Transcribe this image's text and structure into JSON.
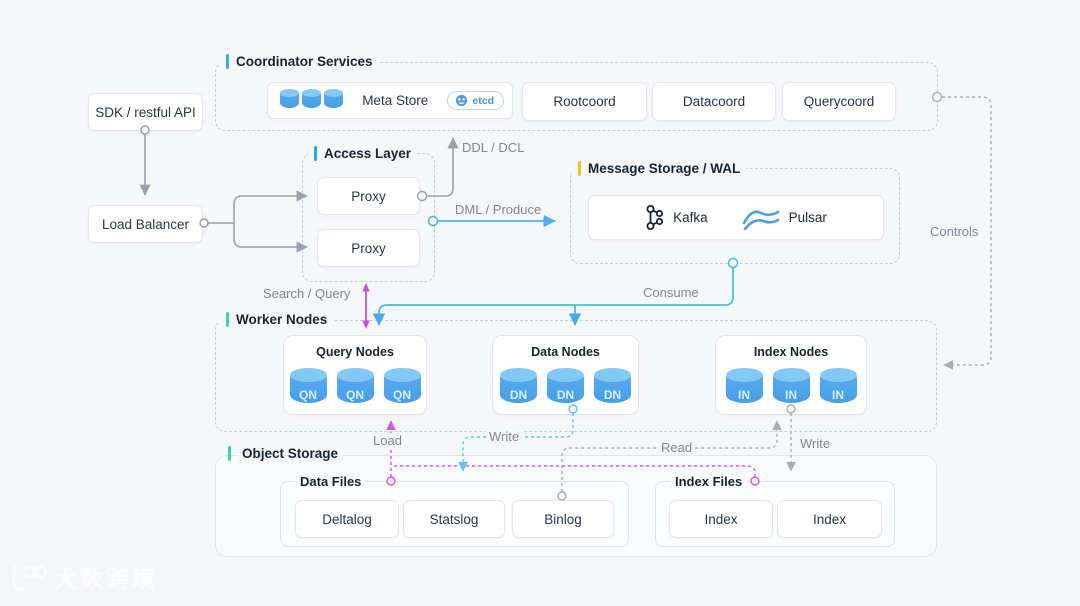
{
  "colors": {
    "background": "#f6f7f9",
    "accent_blue": "#2cb0e8",
    "accent_yellow": "#f2c51d",
    "accent_teal": "#36d6ae",
    "line_gray": "#9aa1aa",
    "line_blue": "#4fb0ee",
    "line_teal": "#3fc4d7",
    "line_purple": "#c44fe3",
    "line_magenta": "#d158e8",
    "node_blue": "#4ba4e8"
  },
  "left_flow": {
    "sdk": "SDK / restful API",
    "load_balancer": "Load Balancer"
  },
  "coordinator": {
    "title": "Coordinator Services",
    "meta_store": {
      "label": "Meta Store",
      "badge": "etcd"
    },
    "services": [
      "Rootcoord",
      "Datacoord",
      "Querycoord"
    ]
  },
  "access_layer": {
    "title": "Access Layer",
    "proxies": [
      "Proxy",
      "Proxy"
    ]
  },
  "message_storage": {
    "title": "Message Storage / WAL",
    "engines": [
      "Kafka",
      "Pulsar"
    ]
  },
  "worker_nodes": {
    "title": "Worker Nodes",
    "groups": [
      {
        "title": "Query Nodes",
        "node_label": "QN"
      },
      {
        "title": "Data Nodes",
        "node_label": "DN"
      },
      {
        "title": "Index Nodes",
        "node_label": "IN"
      }
    ]
  },
  "object_storage": {
    "title": "Object Storage",
    "data_files": {
      "title": "Data Files",
      "files": [
        "Deltalog",
        "Statslog",
        "Binlog"
      ]
    },
    "index_files": {
      "title": "Index Files",
      "files": [
        "Index",
        "Index"
      ]
    }
  },
  "edge_labels": {
    "ddl": "DDL / DCL",
    "dml": "DML / Produce",
    "search": "Search / Query",
    "consume": "Consume",
    "controls": "Controls",
    "load": "Load",
    "write_data": "Write",
    "read": "Read",
    "write_index": "Write"
  },
  "watermark": "大数跨境"
}
